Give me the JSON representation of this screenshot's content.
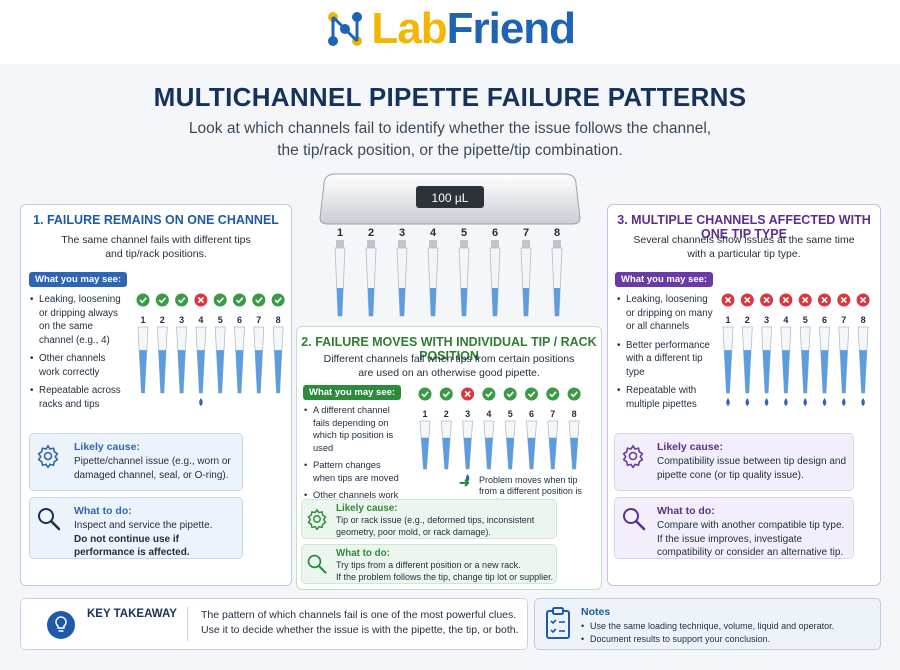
{
  "logo": {
    "part1": "Lab",
    "part2": "Friend"
  },
  "header": {
    "title": "MULTICHANNEL PIPETTE FAILURE PATTERNS",
    "subtitle_line1": "Look at which channels fail to identify whether the issue follows the channel,",
    "subtitle_line2": "the tip/rack position, or the pipette/tip combination."
  },
  "pipette": {
    "volume": "100 µL",
    "channels": [
      "1",
      "2",
      "3",
      "4",
      "5",
      "6",
      "7",
      "8"
    ]
  },
  "card1": {
    "title": "1. FAILURE REMAINS ON ONE CHANNEL",
    "desc_line1": "The same channel fails with different tips",
    "desc_line2": "and tip/rack positions.",
    "see_label": "What you may see:",
    "bullets": [
      "Leaking, loosening or dripping always on the same channel (e.g., 4)",
      "Other channels work correctly",
      "Repeatable across racks and tips"
    ],
    "status": [
      "ok",
      "ok",
      "ok",
      "fail",
      "ok",
      "ok",
      "ok",
      "ok"
    ],
    "likely_label": "Likely cause:",
    "likely_text": "Pipette/channel issue (e.g., worn or damaged channel, seal, or O-ring).",
    "todo_label": "What to do:",
    "todo_text": "Inspect and service the pipette.",
    "todo_bold": "Do not continue use if performance is affected."
  },
  "card2": {
    "title": "2. FAILURE MOVES WITH INDIVIDUAL TIP / RACK POSITION",
    "desc_line1": "Different channels fail when tips from certain positions",
    "desc_line2": "are used on an otherwise good pipette.",
    "see_label": "What you may see:",
    "bullets": [
      "A different channel fails depending on which tip position is used",
      "Pattern changes when tips are moved",
      "Other channels work correctly"
    ],
    "status": [
      "ok",
      "ok",
      "fail",
      "ok",
      "ok",
      "ok",
      "ok",
      "ok"
    ],
    "note_line1": "Problem moves when tip",
    "note_line2": "from a different position is used.",
    "likely_label": "Likely cause:",
    "likely_line1": "Tip or rack issue (e.g., deformed tips, inconsistent",
    "likely_line2": "geometry, poor mold, or rack damage).",
    "todo_label": "What to do:",
    "todo_line1": "Try tips from a different position or a new rack.",
    "todo_line2": "If the problem follows the tip, change tip lot or supplier."
  },
  "card3": {
    "title": "3. MULTIPLE CHANNELS AFFECTED WITH ONE TIP TYPE",
    "desc_line1": "Several channels show issues at the same time",
    "desc_line2": "with a particular tip type.",
    "see_label": "What you may see:",
    "bullets": [
      "Leaking, loosening or dripping on many or all channels",
      "Better performance with a different tip type",
      "Repeatable with multiple pipettes"
    ],
    "status": [
      "fail",
      "fail",
      "fail",
      "fail",
      "fail",
      "fail",
      "fail",
      "fail"
    ],
    "likely_label": "Likely cause:",
    "likely_text": "Compatibility issue between tip design and pipette cone (or tip quality issue).",
    "todo_label": "What to do:",
    "todo_line1": "Compare with another compatible tip type.",
    "todo_line2": "If the issue improves, investigate compatibility or consider an alternative tip."
  },
  "takeaway": {
    "label": "KEY TAKEAWAY",
    "line1": "The pattern of which channels fail is one of the most powerful clues.",
    "line2": "Use it to decide whether the issue is with the pipette, the tip, or both."
  },
  "notes": {
    "label": "Notes",
    "items": [
      "Use the same loading technique, volume, liquid and operator.",
      "Document results to support your conclusion."
    ]
  },
  "colors": {
    "navy": "#15325c",
    "blue": "#2f66b3",
    "green": "#2e8b3d",
    "purple": "#5b2e91",
    "ok": "#3a9a48",
    "fail": "#d9363e",
    "liquid": "#5b9de0"
  }
}
